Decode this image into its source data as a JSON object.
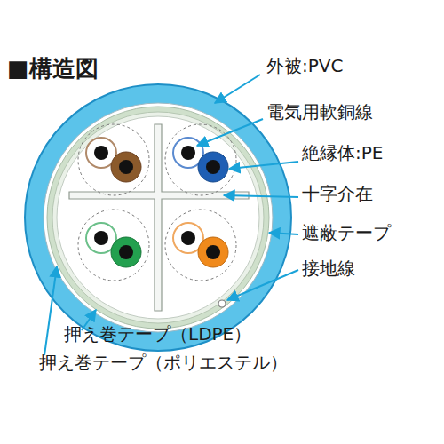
{
  "diagram": {
    "title": "■構造図",
    "labels": [
      "外被:PVC",
      "電気用軟銅線",
      "絶縁体:PE",
      "十字介在",
      "遮蔽テープ",
      "接地線",
      "押え巻テープ（LDPE）",
      "押え巻テープ（ポリエステル）"
    ]
  }
}
